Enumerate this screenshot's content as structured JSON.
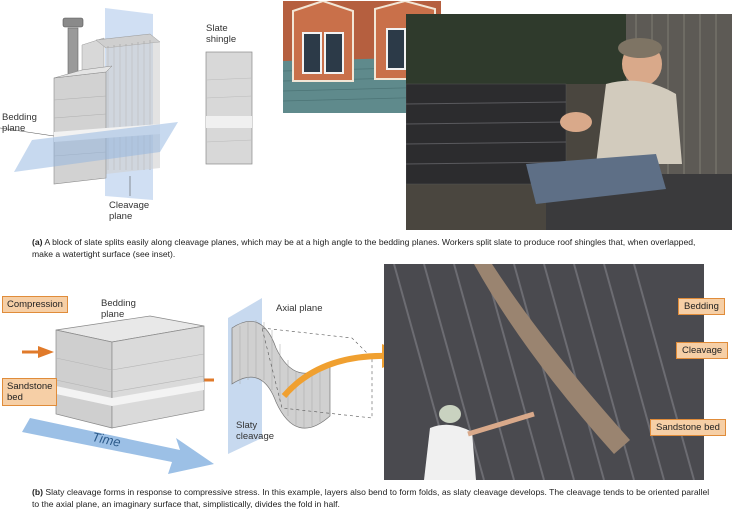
{
  "part_a": {
    "labels": {
      "slate_shingle": "Slate\nshingle",
      "bedding_plane": "Bedding\nplane",
      "cleavage_plane": "Cleavage\nplane"
    },
    "caption_letter": "(a)",
    "caption_text": "A block of slate splits easily along cleavage planes, which may be at a high angle to the bedding planes. Workers split slate to produce roof shingles that, when overlapped, make a watertight surface (see inset)."
  },
  "part_b": {
    "labels": {
      "compression": "Compression",
      "bedding_plane": "Bedding\nplane",
      "sandstone_bed": "Sandstone\nbed",
      "axial_plane": "Axial plane",
      "slaty_cleavage": "Slaty\ncleavage",
      "time": "Time"
    },
    "photo_labels": {
      "bedding": "Bedding",
      "cleavage": "Cleavage",
      "sandstone_bed": "Sandstone bed"
    },
    "caption_letter": "(b)",
    "caption_text": "Slaty cleavage forms in response to compressive stress. In this example, layers also bend to form folds, as slaty cleavage develops. The cleavage tends to be oriented parallel to the axial plane, an imaginary surface that, simplistically, divides the fold in half."
  },
  "colors": {
    "callout_fill": "#f6cfa6",
    "callout_border": "#e08c3a",
    "arrow_orange": "#f0a030",
    "time_arrow": "#7aaad8",
    "plane_blue": "#8fb3e0"
  }
}
